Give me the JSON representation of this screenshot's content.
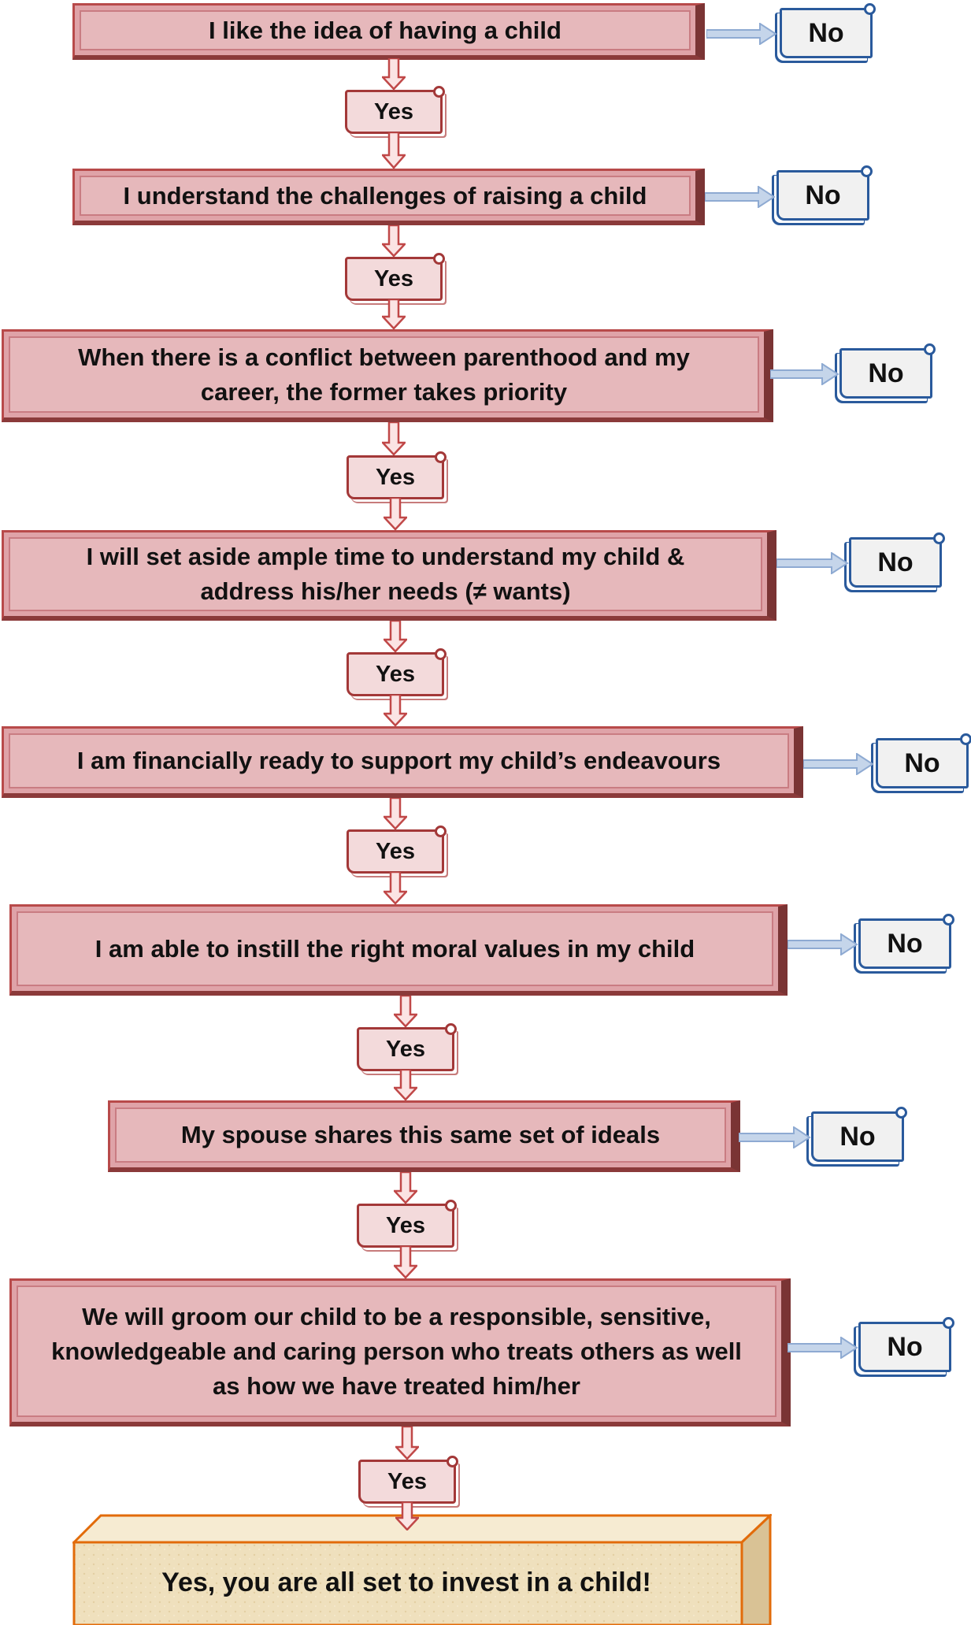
{
  "questions": [
    {
      "text": "I like the idea of having a child"
    },
    {
      "text": "I understand the challenges of raising a child"
    },
    {
      "text": "When there is a conflict between parenthood and my career, the former takes priority"
    },
    {
      "text": "I will set aside ample time to understand my child & address his/her needs (≠ wants)"
    },
    {
      "text": "I am financially ready to support my child’s endeavours"
    },
    {
      "text": "I am able to instill the right moral values in my child"
    },
    {
      "text": "My spouse shares this same set of ideals"
    },
    {
      "text": "We will groom our child to be a responsible, sensitive, knowledgeable and caring person who treats others as well as how we have treated him/her"
    }
  ],
  "yes_label": "Yes",
  "no_label": "No",
  "conclusion": "Yes, you are all set to invest in a child!",
  "colors": {
    "question_fill": "#e6b8bb",
    "question_border": "#a33838",
    "yes_fill": "#f3dadb",
    "no_border": "#2a5a9c",
    "no_fill": "#f1f1f1",
    "arrow_fill": "#c5d5ea",
    "conclusion_fill": "#f0e2bf",
    "conclusion_border": "#e26b0a"
  }
}
